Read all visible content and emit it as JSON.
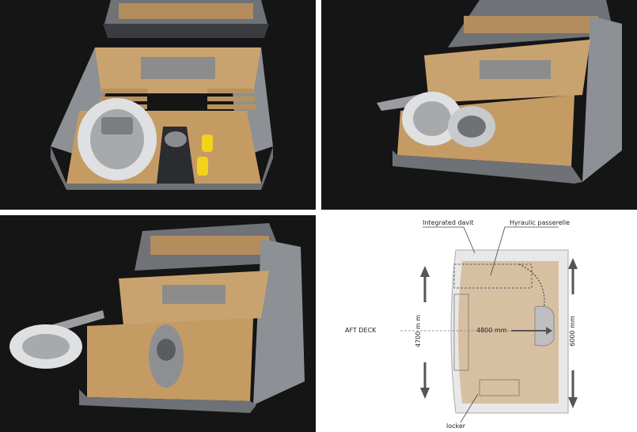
{
  "colors": {
    "background_dark": "#141414",
    "hull_grey": "#8d9094",
    "teak": "#c9a36f",
    "tender_white": "#e6e7e8",
    "jetski_dark": "#2a2c30",
    "toy_yellow": "#f2d21b",
    "plan_deck": "#d7bfa2",
    "arrow_grey": "#555555"
  },
  "photos": [
    {
      "view": "aft-deck-with-tender-jetski-and-toys"
    },
    {
      "view": "tender-launching-from-garage"
    },
    {
      "view": "tender-deployed-by-davit"
    }
  ],
  "plan": {
    "labels": {
      "integrated_davit": "Integrated davit",
      "hydraulic_passerelle": "Hyraulic passerelle",
      "aft_deck": "AFT DECK",
      "width_depth": "4700 m m",
      "length": "4800 mm",
      "width": "6000 mm",
      "locker": "locker"
    }
  }
}
